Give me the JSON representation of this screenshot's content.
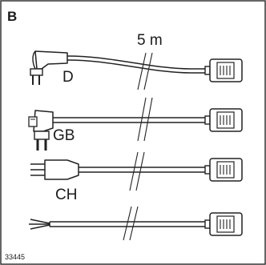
{
  "figure": {
    "panel_letter": "B",
    "cable_length": "5 m",
    "figure_number": "33445",
    "cables": [
      {
        "plug_label": "D",
        "icon": "schuko-angled-plug-icon"
      },
      {
        "plug_label": "GB",
        "icon": "uk-angled-plug-icon"
      },
      {
        "plug_label": "CH",
        "icon": "swiss-plug-icon"
      },
      {
        "plug_label": "",
        "icon": "bare-wire-ends-icon"
      }
    ],
    "connector_icon": "device-connector-icon"
  }
}
